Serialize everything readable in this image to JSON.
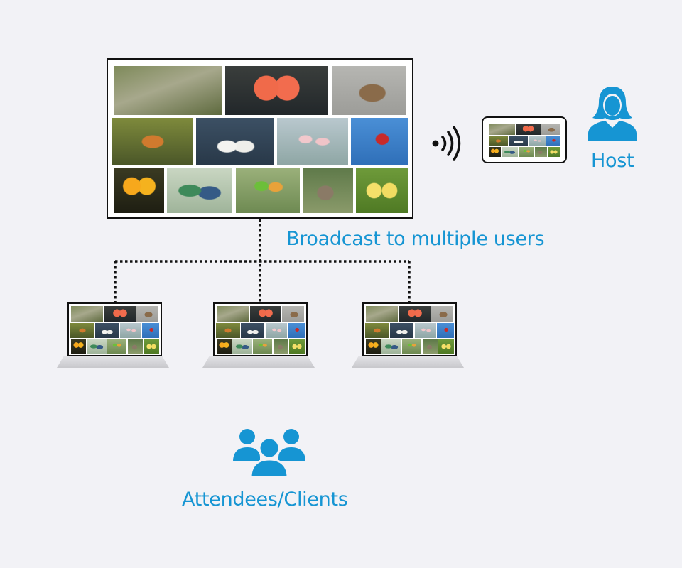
{
  "labels": {
    "host": "Host",
    "broadcast": "Broadcast to multiple users",
    "attendees": "Attendees/Clients"
  },
  "icons": {
    "host": "person-icon",
    "attendees": "group-icon",
    "broadcast": "wireless-signal-icon"
  },
  "colors": {
    "accent": "#1695d3",
    "background": "#f2f2f6",
    "frame": "#111111"
  },
  "photos": [
    "geese-flying",
    "flamingos-heart",
    "goose-flying",
    "mandarin-ducks",
    "pelicans",
    "flamingos-standing",
    "parrot-flying",
    "sun-conures",
    "parakeets",
    "bee-eaters",
    "sparrows",
    "chicks"
  ]
}
